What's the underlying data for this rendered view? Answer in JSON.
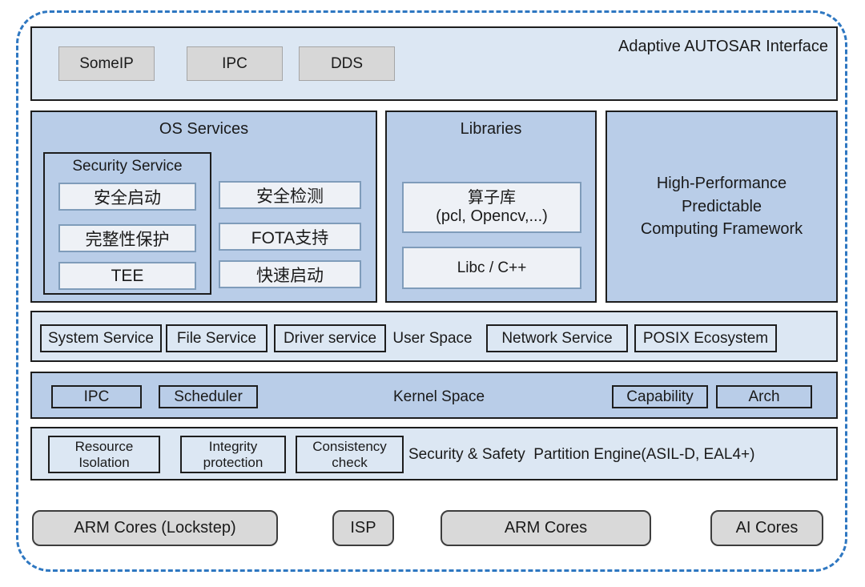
{
  "colors": {
    "dashed_border": "#2e77c1",
    "band_light": "#dce7f3",
    "band_medium": "#b9cde8",
    "chip_gray": "#d7d7d7",
    "chip_light_fill": "#eef1f6",
    "chip_light_border": "#7f9cba",
    "hw_fill": "#d9d9d9"
  },
  "autosar": {
    "title": "Adaptive AUTOSAR Interface",
    "items": [
      "SomeIP",
      "IPC",
      "DDS"
    ]
  },
  "os_services": {
    "title": "OS Services",
    "security": {
      "title": "Security Service",
      "items": [
        "安全启动",
        "完整性保护",
        "TEE"
      ]
    },
    "features": [
      "安全检测",
      "FOTA支持",
      "快速启动"
    ]
  },
  "libraries": {
    "title": "Libraries",
    "operator_lib": {
      "line1": "算子库",
      "line2": "(pcl, Opencv,...)"
    },
    "libc": "Libc / C++"
  },
  "hpc": {
    "line1": "High-Performance",
    "line2": "Predictable",
    "line3": "Computing Framework"
  },
  "user_space": {
    "label": "User Space",
    "left": [
      "System Service",
      "File Service",
      "Driver service"
    ],
    "right": [
      "Network Service",
      "POSIX Ecosystem"
    ]
  },
  "kernel_space": {
    "label": "Kernel Space",
    "left": [
      "IPC",
      "Scheduler"
    ],
    "right": [
      "Capability",
      "Arch"
    ]
  },
  "security_engine": {
    "label": "Security & Safety  Partition Engine(ASIL-D, EAL4+)",
    "items": [
      {
        "line1": "Resource",
        "line2": "Isolation"
      },
      {
        "line1": "Integrity",
        "line2": "protection"
      },
      {
        "line1": "Consistency",
        "line2": "check"
      }
    ]
  },
  "hardware": [
    "ARM Cores (Lockstep)",
    "ISP",
    "ARM Cores",
    "AI Cores"
  ]
}
